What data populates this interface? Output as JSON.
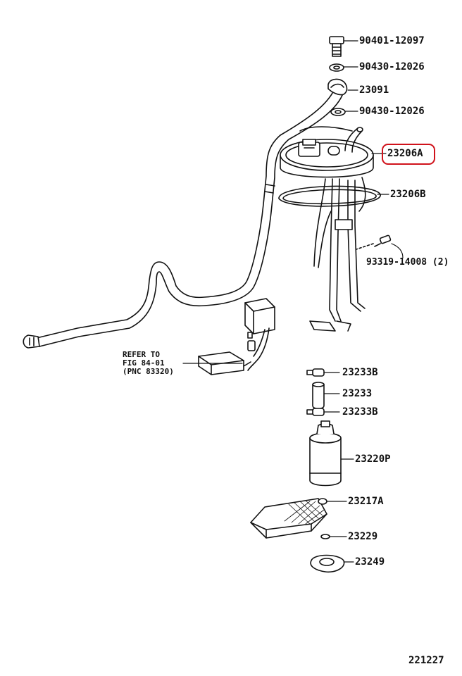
{
  "diagram": {
    "highlight_color": "#d0121b",
    "line_color": "#111111",
    "parts": [
      {
        "id": "bolt",
        "label": "90401-12097"
      },
      {
        "id": "gasket-upper",
        "label": "90430-12026"
      },
      {
        "id": "fuel-hose",
        "label": "23091"
      },
      {
        "id": "gasket-lower",
        "label": "90430-12026"
      },
      {
        "id": "pump-bracket",
        "label": "23206A",
        "highlighted": true
      },
      {
        "id": "bracket-gasket",
        "label": "23206B"
      },
      {
        "id": "screw",
        "label": "93319-14008 (2)"
      },
      {
        "id": "clamp-upper",
        "label": "23233B"
      },
      {
        "id": "pump-hose",
        "label": "23233"
      },
      {
        "id": "clamp-lower",
        "label": "23233B"
      },
      {
        "id": "fuel-pump",
        "label": "23220P"
      },
      {
        "id": "strainer",
        "label": "23217A"
      },
      {
        "id": "retainer-clip",
        "label": "23229"
      },
      {
        "id": "cushion-rubber",
        "label": "23249"
      }
    ],
    "reference_note": [
      "REFER TO",
      "FIG 84-01",
      "(PNC 83320)"
    ],
    "figure_number": "221227"
  }
}
